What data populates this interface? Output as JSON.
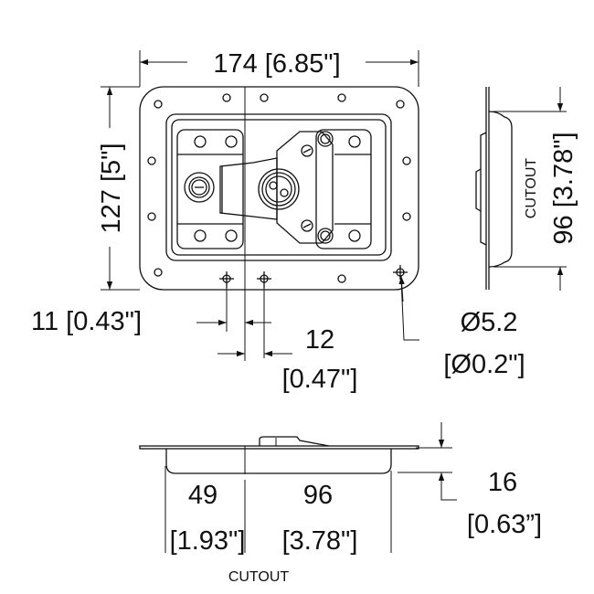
{
  "dimensions": {
    "width": "174 [6.85\"]",
    "height": "127 [5\"]",
    "side_cutout_label": "CUTOUT",
    "side_cutout": "96 [3.78\"]",
    "offset_11": "11 [0.43\"]",
    "offset_12": "12",
    "offset_12_in": "[0.47\"]",
    "hole_dia": "Ø5.2",
    "hole_dia_in": "[Ø0.2\"]",
    "bottom_49": "49",
    "bottom_49_in": "[1.93\"]",
    "bottom_96": "96",
    "bottom_96_in": "[3.78\"]",
    "bottom_cutout_label": "CUTOUT",
    "depth": "16",
    "depth_in": "[0.63”]"
  }
}
